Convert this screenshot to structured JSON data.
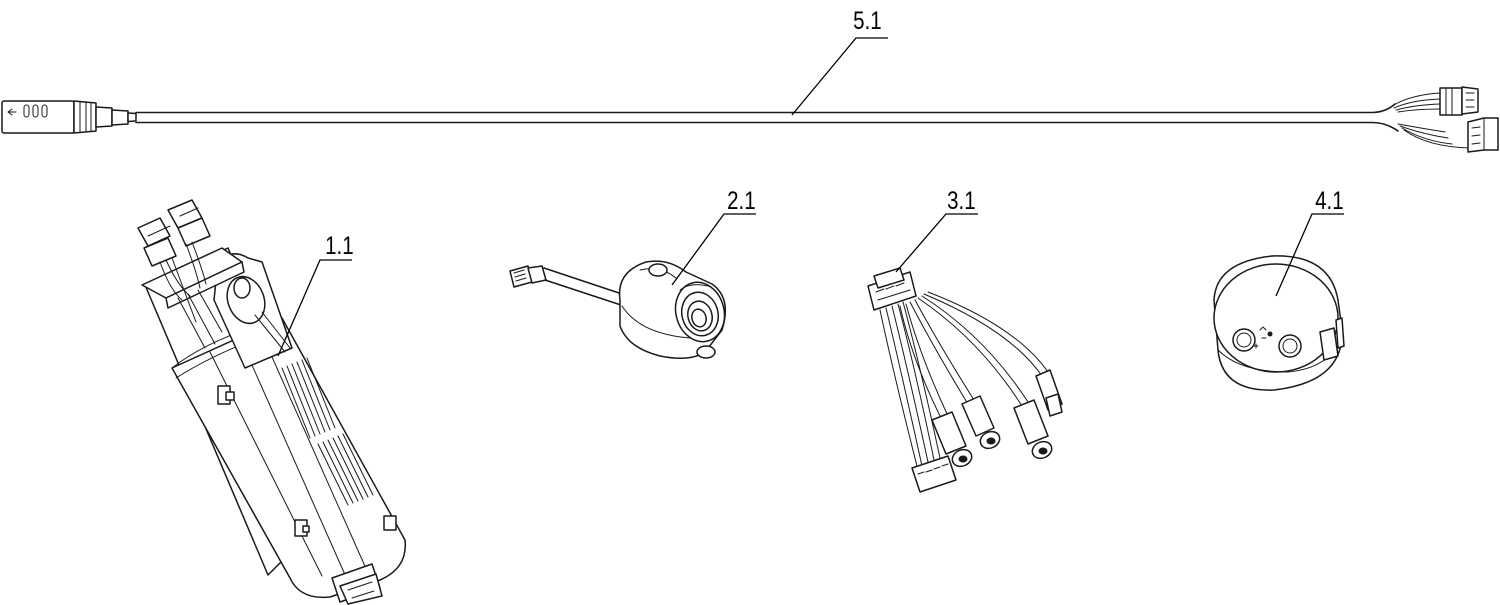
{
  "diagram": {
    "parts": [
      {
        "id": "5.1",
        "label": "5.1",
        "part": "main-cable-harness"
      },
      {
        "id": "1.1",
        "label": "1.1",
        "part": "control-unit"
      },
      {
        "id": "2.1",
        "label": "2.1",
        "part": "camera-module"
      },
      {
        "id": "3.1",
        "label": "3.1",
        "part": "breakout-harness"
      },
      {
        "id": "4.1",
        "label": "4.1",
        "part": "round-sensor-housing"
      }
    ]
  }
}
